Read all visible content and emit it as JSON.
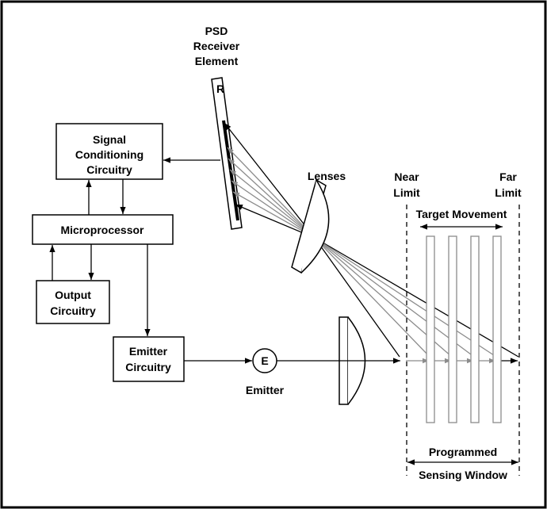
{
  "diagram": {
    "psd_label": [
      "PSD",
      "Receiver",
      "Element"
    ],
    "receiver_marker": "R",
    "signal_label": [
      "Signal",
      "Conditioning",
      "Circuitry"
    ],
    "microprocessor_label": "Microprocessor",
    "output_label": [
      "Output",
      "Circuitry"
    ],
    "emitter_circuitry_label": [
      "Emitter",
      "Circuitry"
    ],
    "emitter_symbol": "E",
    "emitter_label": "Emitter",
    "lenses_label": "Lenses",
    "near_limit_label": [
      "Near",
      "Limit"
    ],
    "far_limit_label": [
      "Far",
      "Limit"
    ],
    "target_movement_label": "Target Movement",
    "window_label": [
      "Programmed",
      "Sensing Window"
    ]
  }
}
